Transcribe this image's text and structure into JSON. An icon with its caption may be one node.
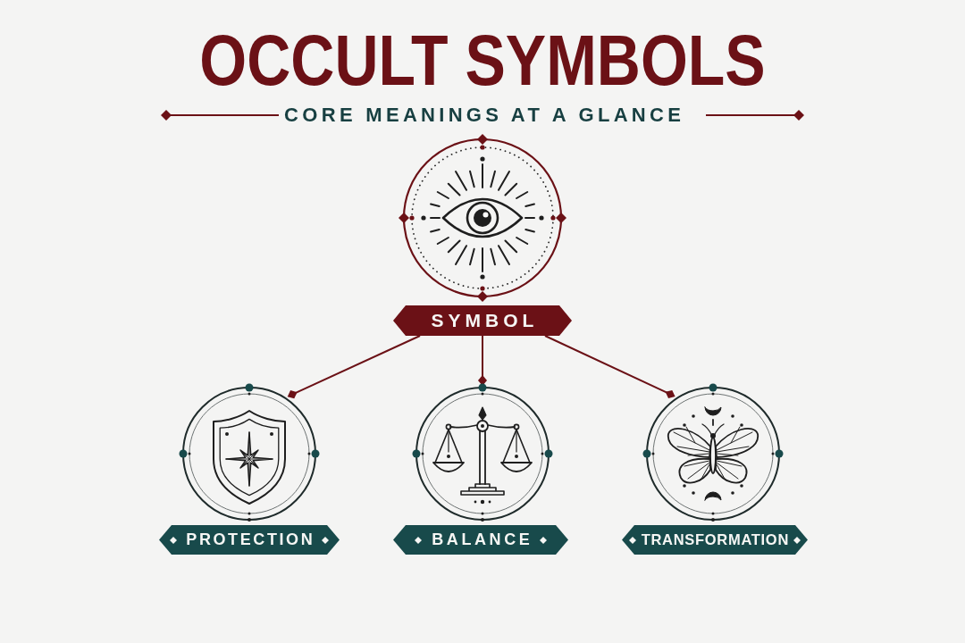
{
  "diagram": {
    "title": "OCCULT SYMBOLS",
    "nodes": [
      {
        "text": [],
        "shape": "circle"
      },
      {
        "text": [
          "SYMBOL"
        ]
      },
      {
        "text": [],
        "shape": "circle"
      },
      {
        "text": [
          "PROTECTION"
        ]
      },
      {
        "text": [],
        "shape": "circle"
      },
      {
        "text": [
          "BALANCE"
        ]
      },
      {
        "text": [],
        "shape": "circle"
      },
      {
        "text": [
          "TRANSFORMATION"
        ]
      }
    ],
    "edges": [
      {
        "from": 1,
        "to": 2,
        "arrow": "other"
      },
      {
        "from": 1,
        "to": 4,
        "arrow": "other"
      },
      {
        "from": 1,
        "to": 6,
        "arrow": "other"
      }
    ],
    "labels": [
      "CORE MEANINGS AT A GLANCE"
    ]
  }
}
